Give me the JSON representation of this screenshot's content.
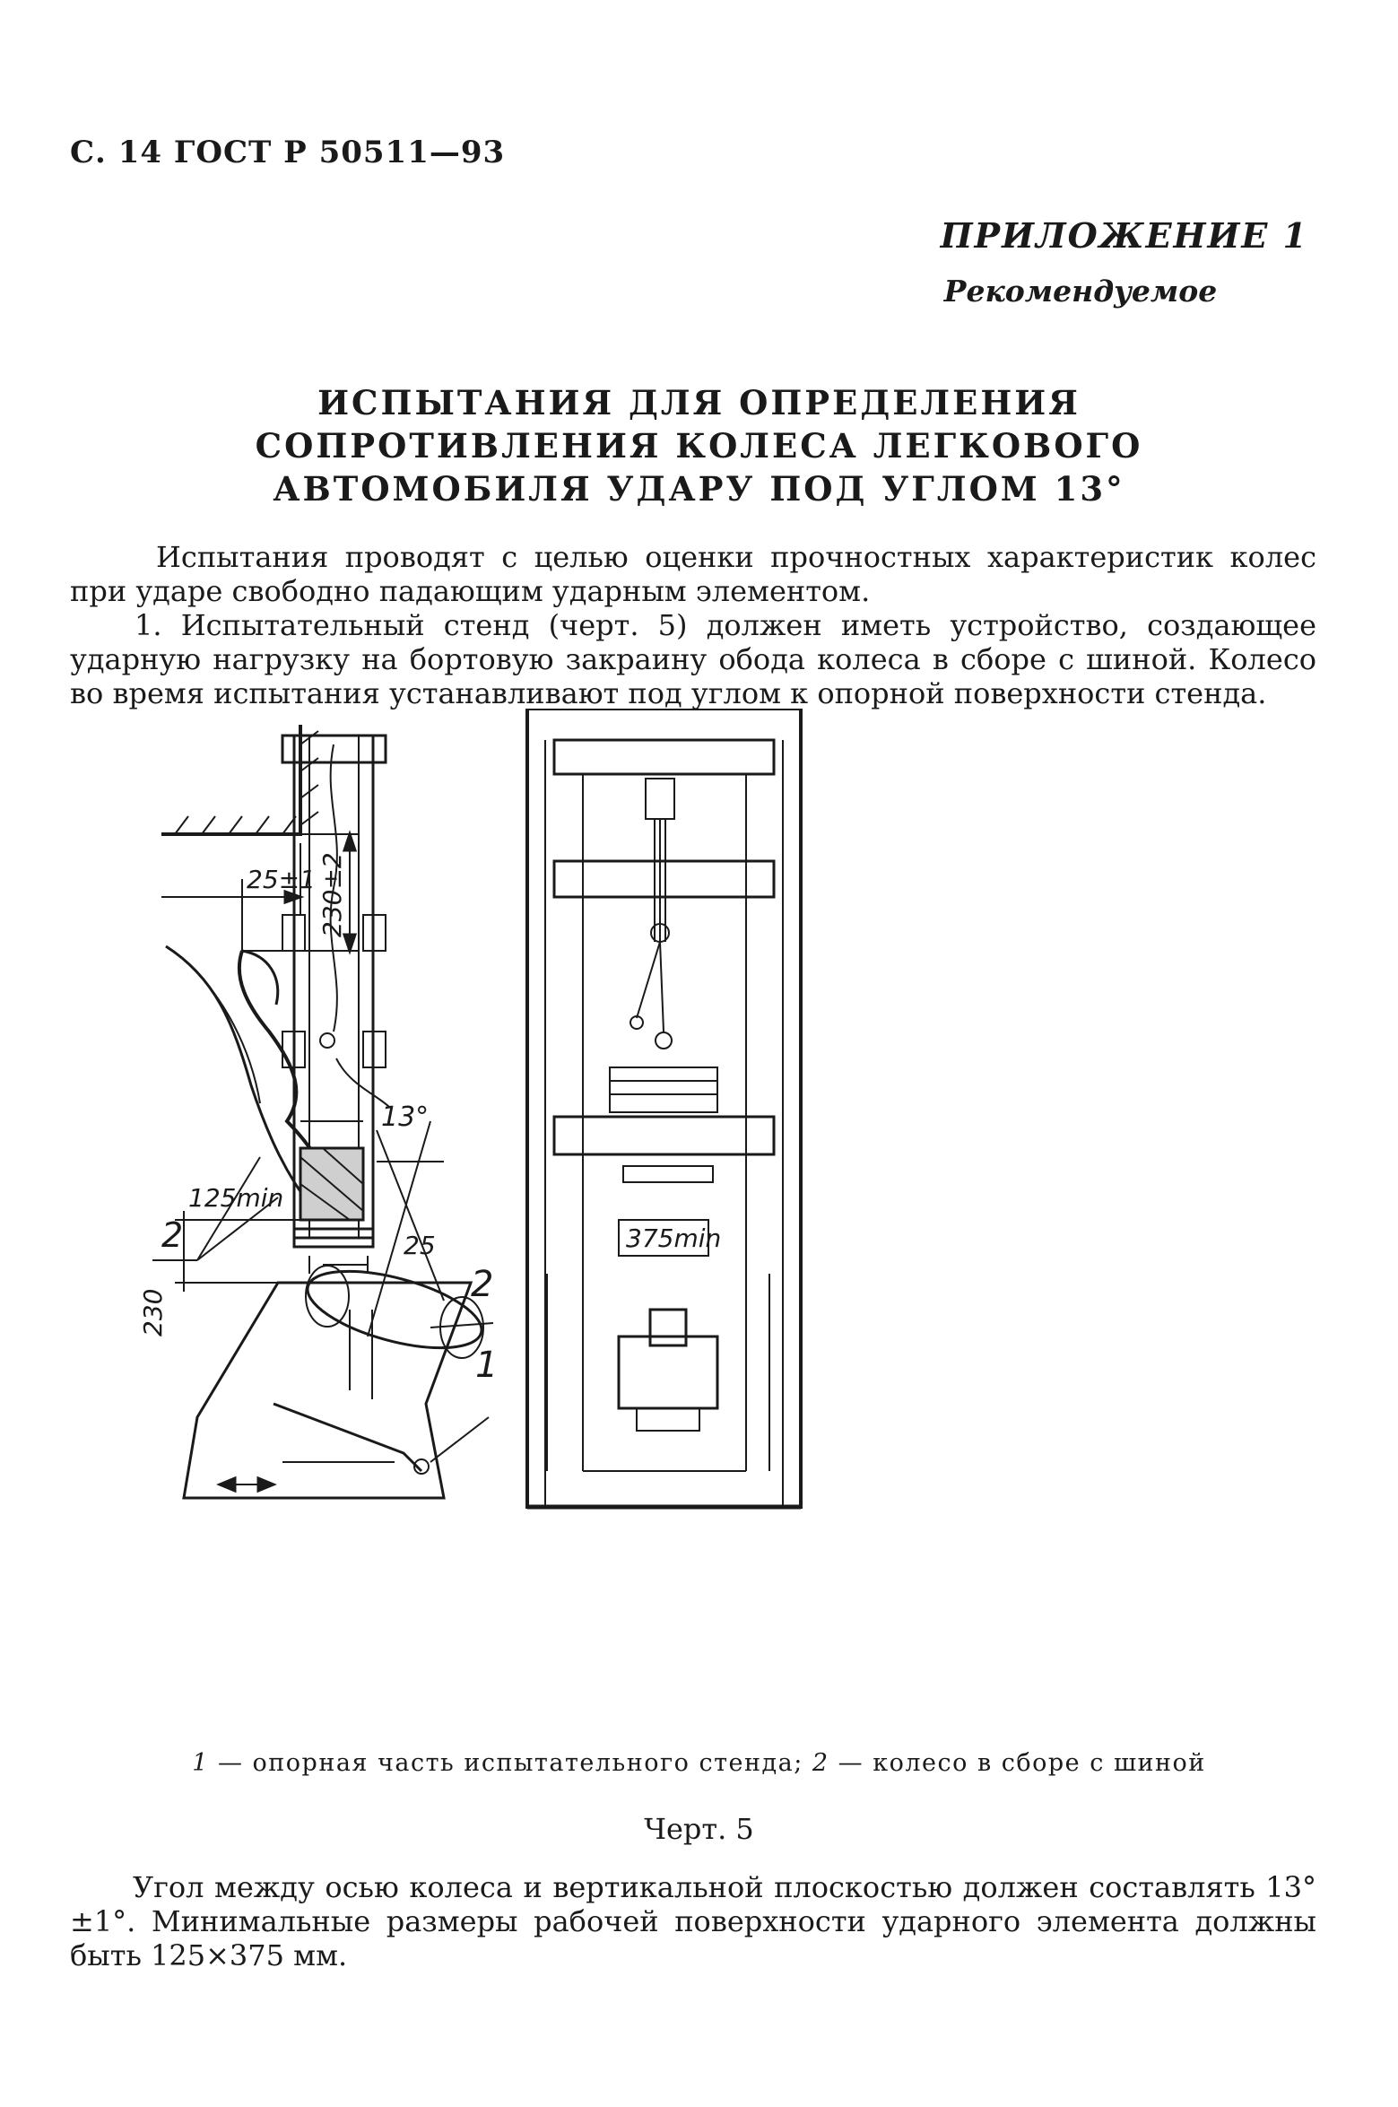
{
  "header": {
    "page_ref": "С. 14 ГОСТ Р 50511—93"
  },
  "appendix": {
    "label": "ПРИЛОЖЕНИЕ 1",
    "status": "Рекомендуемое"
  },
  "title": {
    "line1": "ИСПЫТАНИЯ ДЛЯ ОПРЕДЕЛЕНИЯ",
    "line2": "СОПРОТИВЛЕНИЯ КОЛЕСА ЛЕГКОВОГО",
    "line3": "АВТОМОБИЛЯ УДАРУ ПОД УГЛОМ 13°"
  },
  "body": {
    "intro": "Испытания проводят с целью оценки прочностных характеристик колес при ударе свободно падающим ударным элементом.",
    "item1": "1. Испытательный стенд (черт. 5) должен иметь устройство, создающее ударную нагрузку на бортовую закраину обода колеса в сборе с шиной. Колесо во время испытания устанавливают под углом к опорной поверхности стенда.",
    "closing": "Угол между осью колеса и вертикальной плоскостью должен составлять 13°±1°. Минимальные размеры рабочей поверхности ударного элемента должны быть 125×375 мм."
  },
  "figure": {
    "dims": {
      "d25": "25±1",
      "d230a": "230±2",
      "angle": "13°",
      "min125": "125min",
      "d25b": "25",
      "d230b": "230",
      "min375": "375min"
    },
    "labels": {
      "wheel": "2",
      "support": "1",
      "detail2": "2"
    },
    "caption": {
      "n1": "1",
      "t1": " — опорная часть испытательного стенда; ",
      "n2": "2",
      "t2": " — колесо в сборе с шиной"
    },
    "number": "Черт. 5"
  }
}
